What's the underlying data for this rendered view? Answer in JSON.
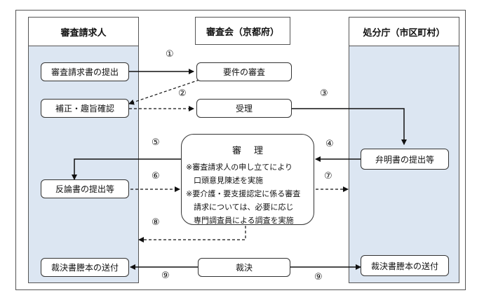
{
  "columns": {
    "left": "審査請求人",
    "center": "審査会（京都府）",
    "right": "処分庁（市区町村）"
  },
  "boxes": {
    "submit_request": "審査請求書の提出",
    "requirement_review": "要件の審査",
    "correction": "補正・趣旨確認",
    "acceptance": "受理",
    "explanation": "弁明書の提出等",
    "rebuttal": "反論書の提出等",
    "ruling": "裁決",
    "send_ruling_left": "裁決書謄本の送付",
    "send_ruling_right": "裁決書謄本の送付"
  },
  "deliberation": {
    "title": "審理",
    "lines": [
      "※審査請求人の申し立てにより",
      "　口頭意見陳述を実施",
      "※要介護・要支援認定に係る審査",
      "　請求については、必要に応じ",
      "　専門調査員による調査を実施"
    ]
  },
  "steps": [
    "①",
    "②",
    "③",
    "④",
    "⑤",
    "⑥",
    "⑦",
    "⑧",
    "⑨",
    "⑨"
  ]
}
